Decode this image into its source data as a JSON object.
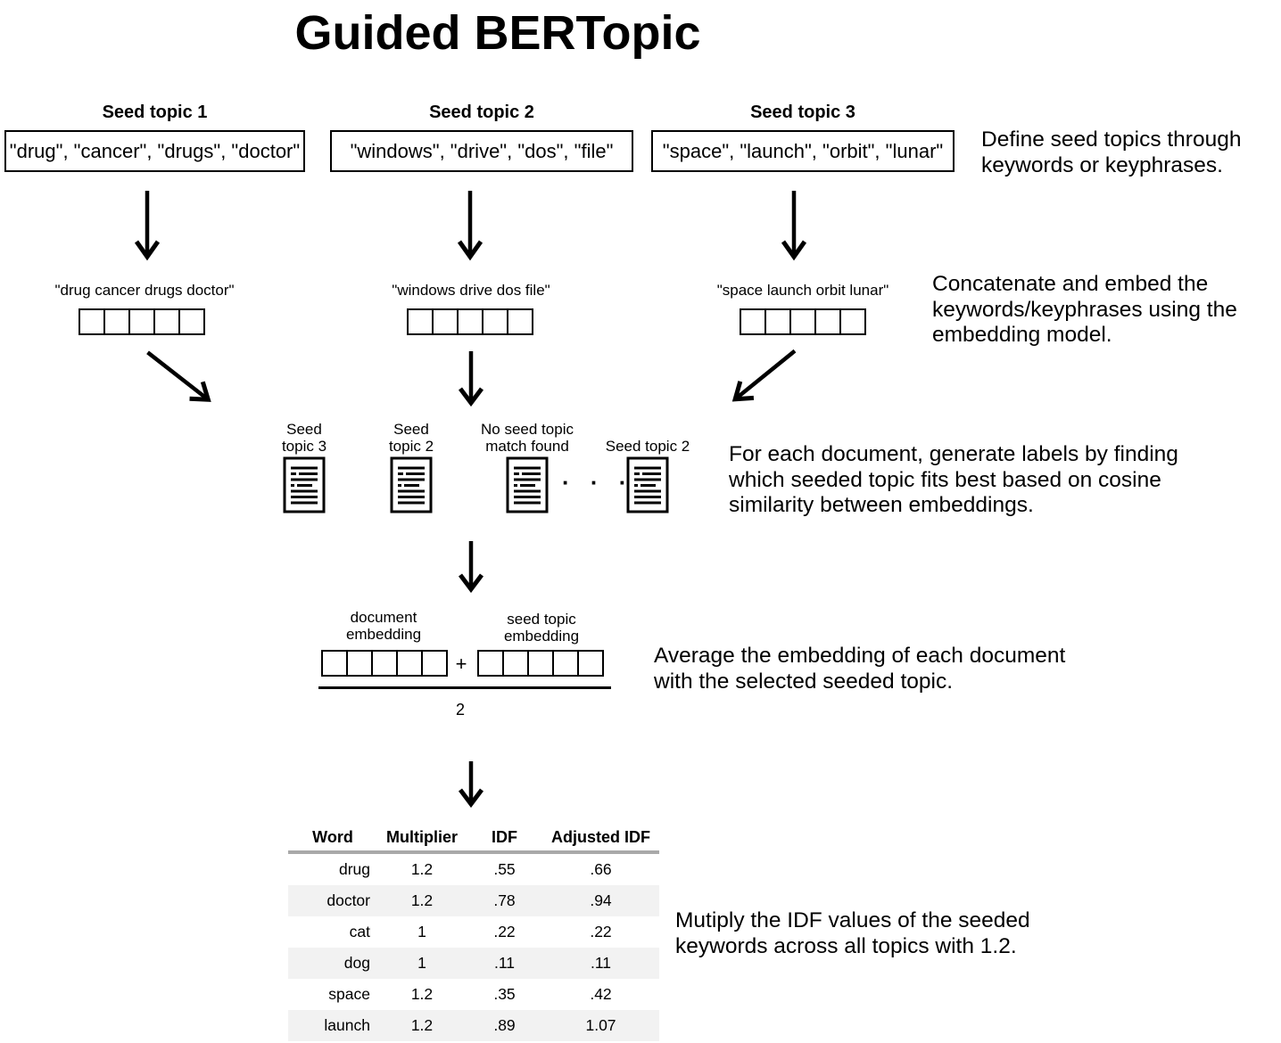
{
  "title": "Guided BERTopic",
  "colors": {
    "ink": "#000000",
    "background": "#ffffff",
    "table_stripe": "#f2f2f2",
    "table_header_rule": "#a9a9a9"
  },
  "seed_topics": [
    {
      "label": "Seed topic 1",
      "keywords": "\"drug\", \"cancer\", \"drugs\", \"doctor\"",
      "concatenated": "\"drug cancer drugs doctor\""
    },
    {
      "label": "Seed topic 2",
      "keywords": "\"windows\", \"drive\", \"dos\", \"file\"",
      "concatenated": "\"windows drive dos file\""
    },
    {
      "label": "Seed topic 3",
      "keywords": "\"space\", \"launch\", \"orbit\", \"lunar\"",
      "concatenated": "\"space launch orbit lunar\""
    }
  ],
  "annotations": {
    "step1": "Define seed topics through keywords or keyphrases.",
    "step2": "Concatenate and embed the keywords/keyphrases using the embedding model.",
    "step3": "For each document, generate labels by finding which seeded topic fits best based on cosine similarity between embeddings.",
    "step4": "Average the embedding of each document with the selected seeded topic.",
    "step5": "Mutiply the IDF values of the seeded keywords across all topics with 1.2."
  },
  "documents": {
    "labels": [
      "Seed topic 3",
      "Seed topic 2",
      "No seed topic match found",
      "Seed topic 2"
    ],
    "ellipsis": "· · ·"
  },
  "averaging": {
    "left_label": "document embedding",
    "operator": "+",
    "right_label": "seed topic embedding",
    "denominator": "2"
  },
  "table": {
    "headers": [
      "Word",
      "Multiplier",
      "IDF",
      "Adjusted IDF"
    ],
    "rows": [
      [
        "drug",
        "1.2",
        ".55",
        ".66"
      ],
      [
        "doctor",
        "1.2",
        ".78",
        ".94"
      ],
      [
        "cat",
        "1",
        ".22",
        ".22"
      ],
      [
        "dog",
        "1",
        ".11",
        ".11"
      ],
      [
        "space",
        "1.2",
        ".35",
        ".42"
      ],
      [
        "launch",
        "1.2",
        ".89",
        "1.07"
      ]
    ]
  }
}
